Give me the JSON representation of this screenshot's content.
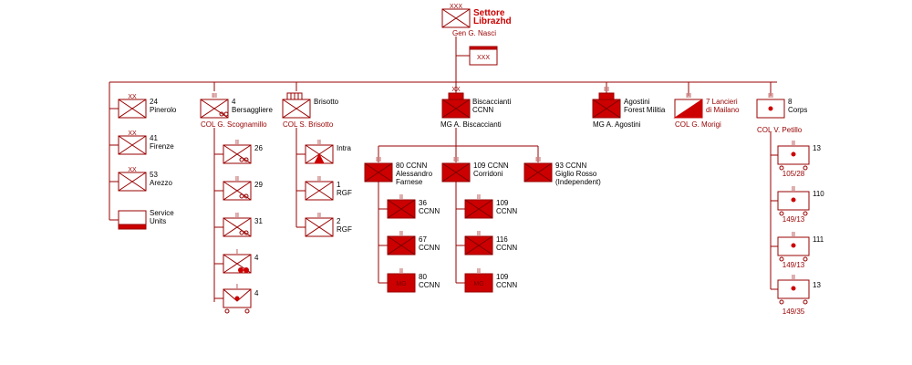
{
  "hq": {
    "title": [
      "Settore",
      "Librazhd"
    ],
    "commander": "Gen  G. Nasci",
    "echelon": "XXX",
    "hq_box": "XXX"
  },
  "divisions": [
    {
      "echelon": "XX",
      "label": [
        "24",
        "Pinerolo"
      ]
    },
    {
      "echelon": "XX",
      "label": [
        "41",
        "Firenze"
      ]
    },
    {
      "echelon": "XX",
      "label": [
        "53",
        "Arezzo"
      ]
    },
    {
      "label": [
        "Service",
        "Units"
      ]
    }
  ],
  "bersaglieri": {
    "echelon": "III",
    "label": [
      "4",
      "Bersaggliere"
    ],
    "commander": "COL  G. Scognamillo",
    "battalions": [
      {
        "echelon": "II",
        "label": "26"
      },
      {
        "echelon": "II",
        "label": "29"
      },
      {
        "echelon": "II",
        "label": "31"
      },
      {
        "echelon": "I",
        "label": "4"
      },
      {
        "echelon": "I",
        "label": "4"
      }
    ]
  },
  "brisotto": {
    "label": "Brisotto",
    "commander": "COL  S. Brisotto",
    "battalions": [
      {
        "echelon": "II",
        "label": [
          "Intra"
        ]
      },
      {
        "echelon": "II",
        "label": [
          "1",
          "RGF"
        ]
      },
      {
        "echelon": "II",
        "label": [
          "2",
          "RGF"
        ]
      }
    ]
  },
  "biscaccianti": {
    "echelon": "XX",
    "label": [
      "Biscaccianti",
      "CCNN"
    ],
    "commander": "MG  A. Biscaccianti",
    "legions": [
      {
        "echelon": "III",
        "label": [
          "80  CCNN",
          "Alessandro",
          "Farnese"
        ],
        "battalions": [
          {
            "echelon": "II",
            "label": [
              "36",
              "CCNN"
            ]
          },
          {
            "echelon": "II",
            "label": [
              "67",
              "CCNN"
            ]
          },
          {
            "echelon": "II",
            "label": [
              "80",
              "CCNN"
            ],
            "mg": "MG"
          }
        ]
      },
      {
        "echelon": "III",
        "label": [
          "109  CCNN",
          "Corridoni"
        ],
        "battalions": [
          {
            "echelon": "II",
            "label": [
              "109",
              "CCNN"
            ]
          },
          {
            "echelon": "II",
            "label": [
              "116",
              "CCNN"
            ]
          },
          {
            "echelon": "II",
            "label": [
              "109",
              "CCNN"
            ],
            "mg": "MG"
          }
        ]
      },
      {
        "echelon": "III",
        "label": [
          "93  CCNN",
          "Giglio Rosso",
          "(Independent)"
        ]
      }
    ]
  },
  "agostini": {
    "echelon": "III",
    "label": [
      "Agostini",
      "Forest Militia"
    ],
    "commander": "MG  A. Agostini"
  },
  "lancieri": {
    "echelon": "III",
    "label": [
      "7 Lancieri",
      "di Mailano"
    ],
    "commander": "COL  G. Morigi"
  },
  "corps_artillery": {
    "echelon": "III",
    "label": [
      "8",
      "Corps"
    ],
    "commander": "COL  V. Petillo",
    "groups": [
      {
        "echelon": "II",
        "label": "13",
        "caliber": "105/28"
      },
      {
        "echelon": "II",
        "label": "110",
        "caliber": "149/13"
      },
      {
        "echelon": "II",
        "label": "111",
        "caliber": "149/13"
      },
      {
        "echelon": "II",
        "label": "13",
        "caliber": "149/35"
      }
    ]
  }
}
